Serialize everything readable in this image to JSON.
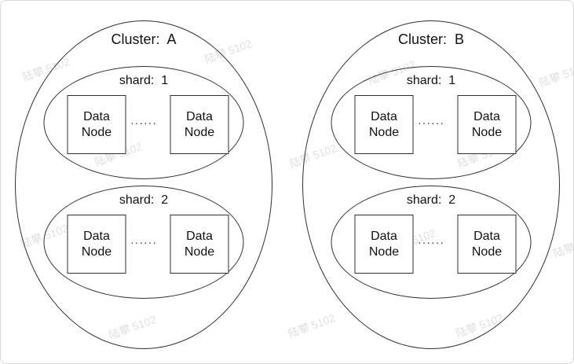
{
  "watermark": {
    "text": "陆攀 5102"
  },
  "diagram": {
    "clusters": [
      {
        "title": "Cluster:  A",
        "shards": [
          {
            "label": "shard:  1",
            "nodes": [
              "Data Node",
              "Data Node"
            ],
            "dots": "······"
          },
          {
            "label": "shard:  2",
            "nodes": [
              "Data Node",
              "Data Node"
            ],
            "dots": "······"
          }
        ]
      },
      {
        "title": "Cluster:  B",
        "shards": [
          {
            "label": "shard:  1",
            "nodes": [
              "Data Node",
              "Data Node"
            ],
            "dots": "······"
          },
          {
            "label": "shard:  2",
            "nodes": [
              "Data Node",
              "Data Node"
            ],
            "dots": "······"
          }
        ]
      }
    ]
  }
}
